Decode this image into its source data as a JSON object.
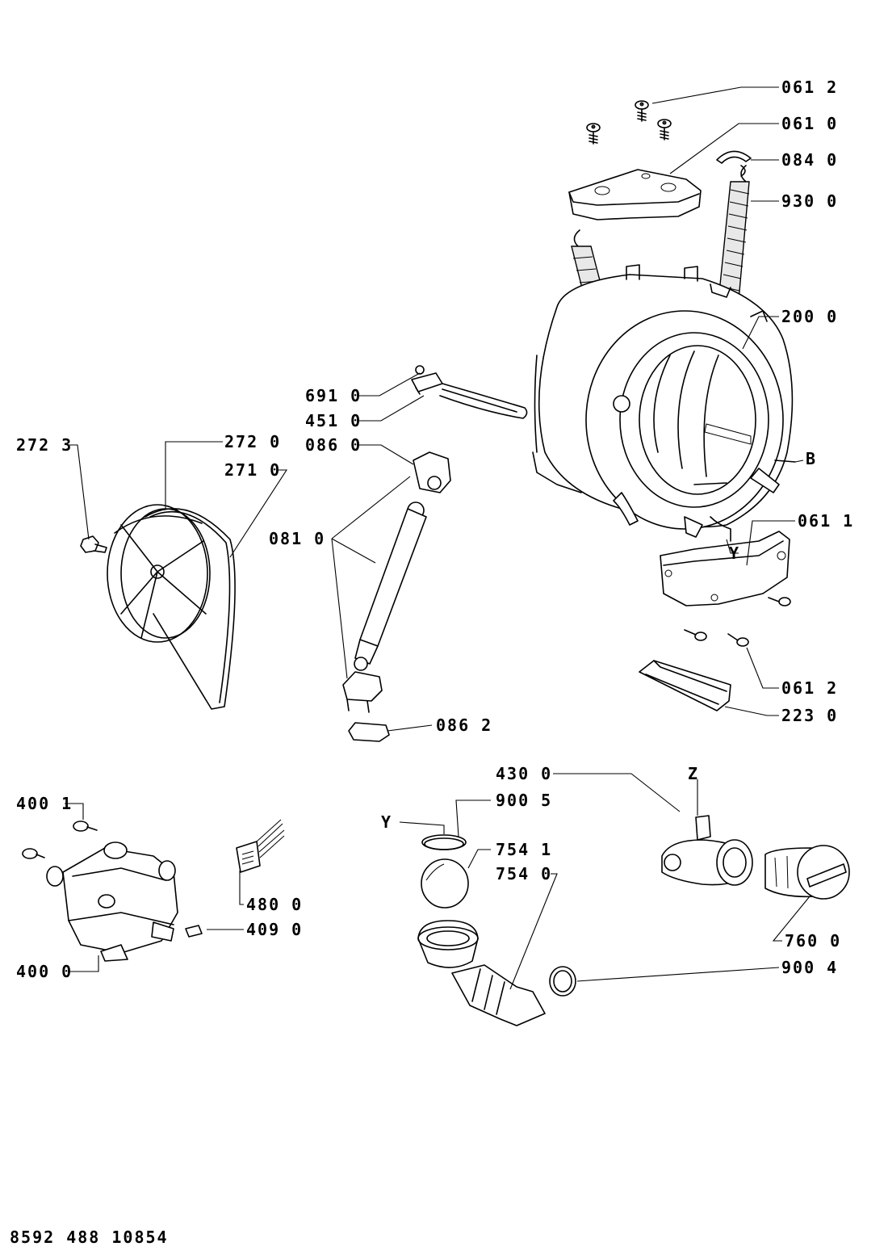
{
  "labels": {
    "p0612_top": "061 2",
    "p0610": "061 0",
    "p0840": "084 0",
    "p9300": "930 0",
    "p2000": "200 0",
    "p6910": "691 0",
    "p4510": "451 0",
    "p0860": "086 0",
    "p2723": "272 3",
    "p2720": "272 0",
    "p2710": "271 0",
    "p0810": "081 0",
    "pB": "B",
    "p0611": "061 1",
    "pY_tub": "Y",
    "p0612_bottom": "061 2",
    "p2230": "223 0",
    "p0862": "086 2",
    "p4300": "430 0",
    "pZ": "Z",
    "p4001": "400 1",
    "pY_ring": "Y",
    "p9005": "900 5",
    "p7541": "754 1",
    "p7540": "754 0",
    "p4800": "480 0",
    "p4090": "409 0",
    "p7600": "760 0",
    "p4000": "400 0",
    "p9004": "900 4"
  },
  "footer": {
    "doc_number": "8592 488 10854"
  }
}
